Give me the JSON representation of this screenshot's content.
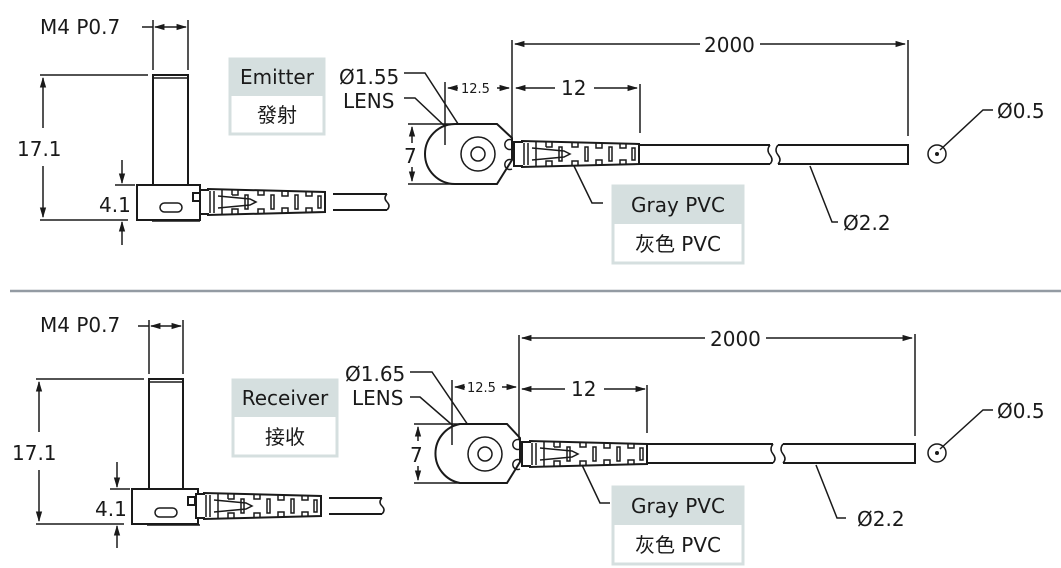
{
  "title": "Fiber optic sensor cable dimensions (Emitter / Receiver)",
  "colors": {
    "line": "#1a1a1a",
    "label_header_bg": "#d5dfdf",
    "divider": "#939ba3"
  },
  "panels": [
    {
      "id": "emitter",
      "thread_label": "M4 P0.7",
      "height_dim": "17.1",
      "base_dim": "4.1",
      "role_label_en": "Emitter",
      "role_label_zh": "發射",
      "lens_diameter": "Ø1.55",
      "lens_label": "LENS",
      "head_offset_dim": "12.5",
      "sleeve_length_dim": "12",
      "head_height_dim": "7",
      "cable_length_dim": "2000",
      "core_diameter": "Ø0.5",
      "cable_diameter": "Ø2.2",
      "material_en": "Gray PVC",
      "material_zh": "灰色 PVC"
    },
    {
      "id": "receiver",
      "thread_label": "M4 P0.7",
      "height_dim": "17.1",
      "base_dim": "4.1",
      "role_label_en": "Receiver",
      "role_label_zh": "接收",
      "lens_diameter": "Ø1.65",
      "lens_label": "LENS",
      "head_offset_dim": "12.5",
      "sleeve_length_dim": "12",
      "head_height_dim": "7",
      "cable_length_dim": "2000",
      "core_diameter": "Ø0.5",
      "cable_diameter": "Ø2.2",
      "material_en": "Gray PVC",
      "material_zh": "灰色 PVC"
    }
  ]
}
